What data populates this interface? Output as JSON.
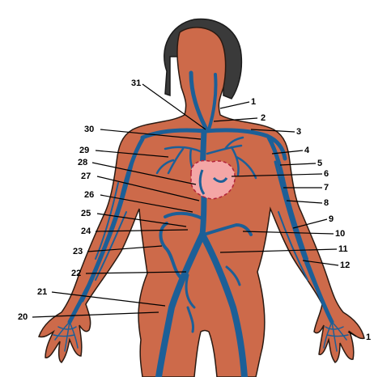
{
  "labels": [
    "1",
    "2",
    "3",
    "4",
    "5",
    "6",
    "7",
    "8",
    "9",
    "10",
    "11",
    "12",
    "1",
    "20",
    "21",
    "22",
    "23",
    "24",
    "25",
    "26",
    "27",
    "28",
    "29",
    "30",
    "31"
  ],
  "colors": {
    "skin": "#cd6a4a",
    "skin_outline": "#2a1a12",
    "hair": "#3a3a3a",
    "vein": "#1c5f97",
    "heart": "#f4a6a6",
    "heart_outline": "#b4233a",
    "line": "#000000"
  },
  "icons": [
    "human-figure-silhouette",
    "heart-shape",
    "hair-shape"
  ]
}
